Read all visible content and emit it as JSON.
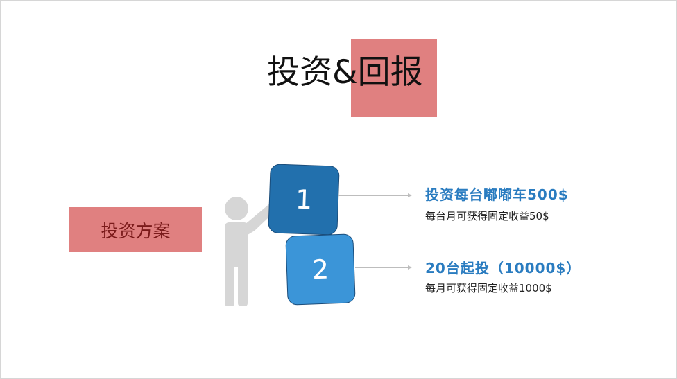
{
  "slide": {
    "title": "投资&回报",
    "plan_label": "投资方案"
  },
  "steps": [
    {
      "number": "1",
      "heading": "投资每台嘟嘟车500$",
      "detail": "每台月可获得固定收益50$"
    },
    {
      "number": "2",
      "heading": "20台起投（10000$）",
      "detail": "每月可获得固定收益1000$"
    }
  ],
  "colors": {
    "accent": "#e08080",
    "block_1": "#2270ad",
    "block_2": "#3b95d8",
    "heading_text": "#2a7cc0",
    "figure": "#d6d6d6"
  },
  "icons": {
    "figure": "person-pushing-blocks-icon",
    "connector": "arrow-right-icon"
  }
}
